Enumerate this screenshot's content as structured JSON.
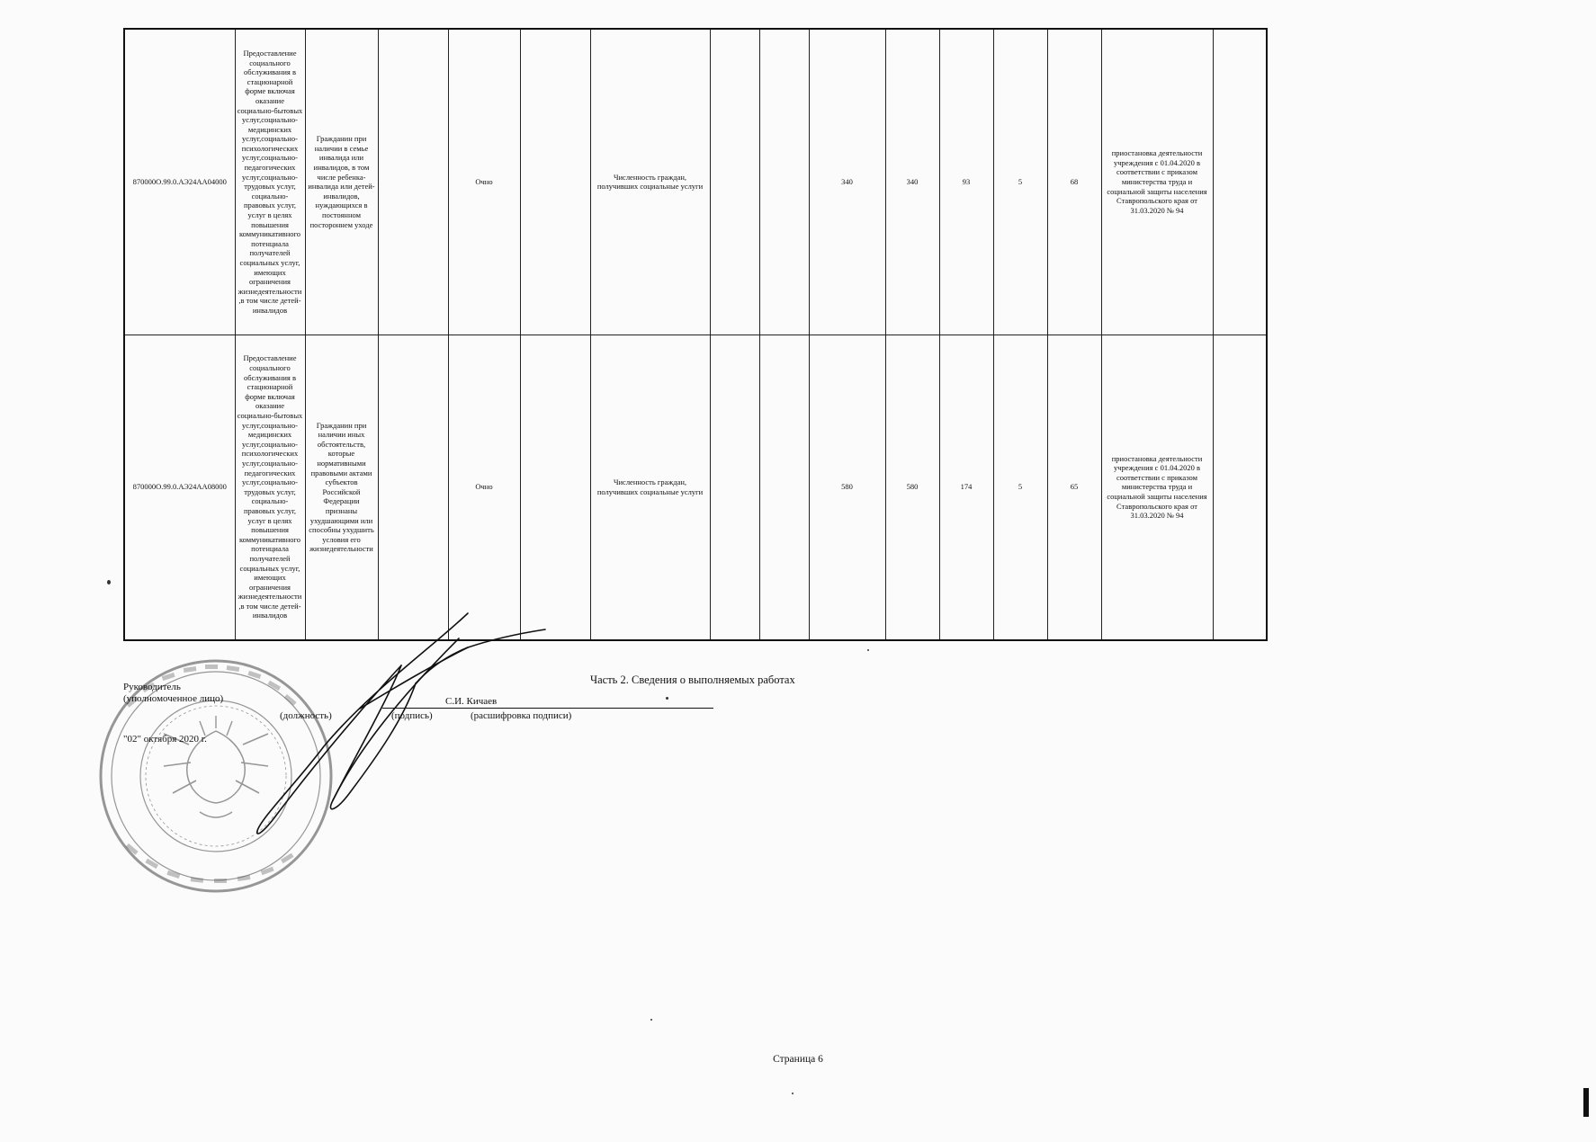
{
  "rows": [
    {
      "code": "870000О.99.0.АЭ24АА04000",
      "service": "Предоставление социального обслуживания в стационарной форме включая оказание социально-бытовых услуг,социально-медицинских услуг,социально-психологических услуг,социально-педагогических услуг,социально-трудовых услуг, социально-правовых услуг, услуг в целях повышения коммуникативного потенциала получателей социальных услуг, имеющих ограничения жизнедеятельности ,в том числе детей-инвалидов",
      "category": "Гражданин при наличии в семье инвалида или инвалидов, в том числе ребенка-инвалида или детей-инвалидов, нуждающихся в постоянном постороннем уходе",
      "form": "Очно",
      "indicator": "Численность граждан, получивших социальные услуги",
      "v1": "340",
      "v2": "340",
      "v3": "93",
      "v4": "5",
      "v5": "68",
      "reason": "приостановка деятельности учреждения с 01.04.2020 в соответствии с приказом министерства труда и социальной защиты населения Ставропольского края от 31.03.2020 № 94"
    },
    {
      "code": "870000О.99.0.АЭ24АА08000",
      "service": "Предоставление социального обслуживания в стационарной форме включая оказание социально-бытовых услуг,социально-медицинских услуг,социально-психологических услуг,социально-педагогических услуг,социально-трудовых услуг, социально-правовых услуг, услуг в целях повышения коммуникативного потенциала получателей социальных услуг, имеющих ограничения жизнедеятельности ,в том числе детей-инвалидов",
      "category": "Гражданин при наличии иных обстоятельств, которые нормативными правовыми актами субъектов Российской Федерации признаны ухудшающими или способны ухудшить условия его жизнедеятельности",
      "form": "Очно",
      "indicator": "Численность граждан, получивших социальные услуги",
      "v1": "580",
      "v2": "580",
      "v3": "174",
      "v4": "5",
      "v5": "65",
      "reason": "приостановка деятельности учреждения с 01.04.2020 в соответствии с приказом министерства труда и социальной защиты населения Ставропольского края от 31.03.2020 № 94"
    }
  ],
  "part2_heading": "Часть 2. Сведения о выполняемых работах",
  "signature": {
    "title_line1": "Руководитель",
    "title_line2": "(уполномоченное лицо)",
    "name": "С.И. Кичаев",
    "label_position": "(должность)",
    "label_sign": "(подпись)",
    "label_decode": "(расшифровка подписи)",
    "date": "\"02\" октября 2020 г."
  },
  "page_number": "Страница 6"
}
